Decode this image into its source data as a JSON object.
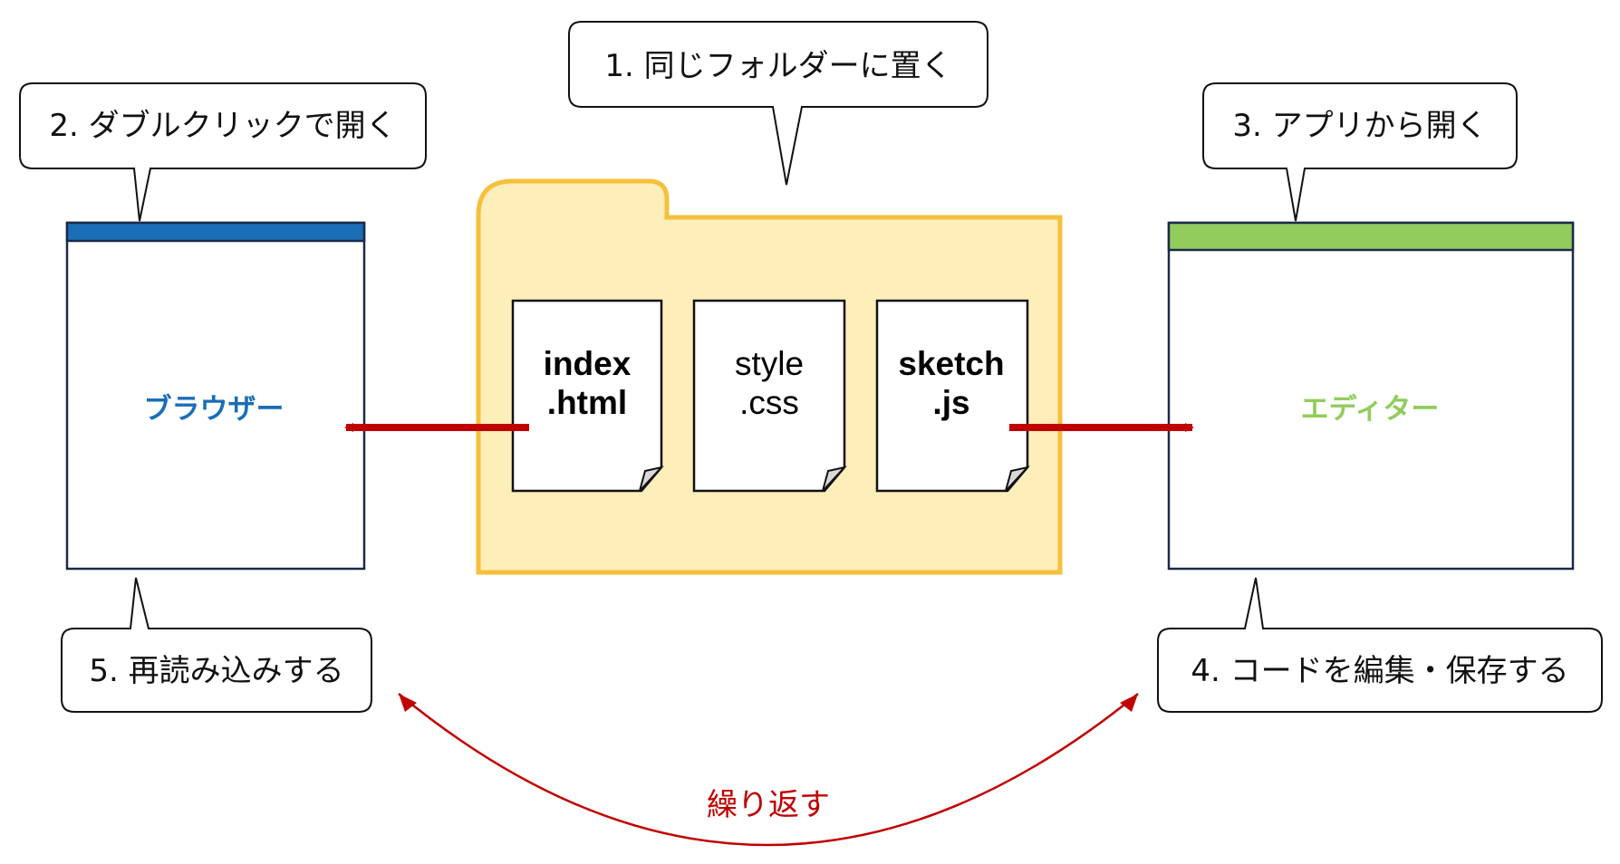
{
  "callouts": {
    "folder": "1. 同じフォルダーに置く",
    "browser_open": "2. ダブルクリックで開く",
    "editor_open": "3. アプリから開く",
    "edit_save": "4. コードを編集・保存する",
    "reload": "5. 再読み込みする"
  },
  "files": [
    {
      "line1": "index",
      "line2": ".html",
      "bold": true
    },
    {
      "line1": "style",
      "line2": ".css",
      "bold": false
    },
    {
      "line1": "sketch",
      "line2": ".js",
      "bold": true
    }
  ],
  "browser": {
    "label": "ブラウザー",
    "color": "#1a6eb5"
  },
  "editor": {
    "label": "エディター",
    "color": "#92cc5c"
  },
  "repeat": {
    "label": "繰り返す",
    "color": "#c00000"
  },
  "colors": {
    "folder_fill": "#fdeeba",
    "folder_border": "#f5c03b",
    "arrow": "#c00000",
    "window_border": "#1b2a4a"
  }
}
